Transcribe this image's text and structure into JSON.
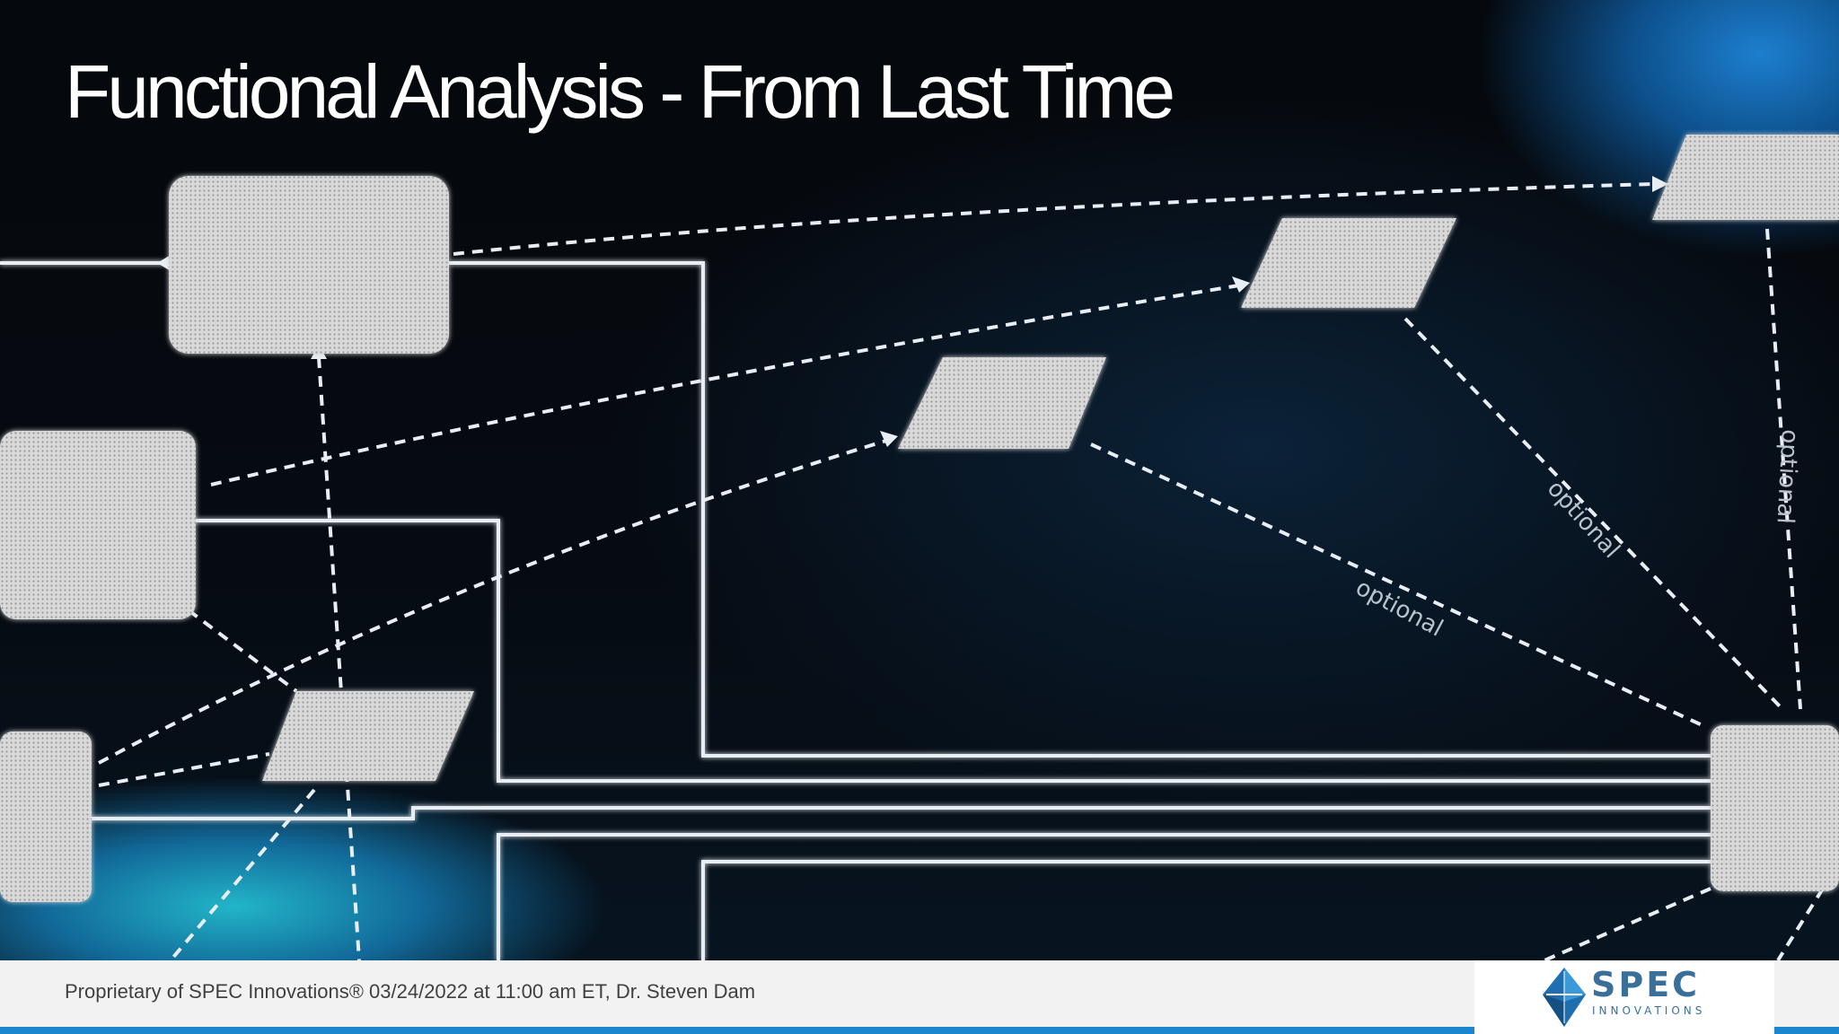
{
  "slide": {
    "title": "Functional Analysis - From Last Time",
    "background_labels": [
      "optional",
      "optional",
      "optional"
    ]
  },
  "footer": {
    "text": "Proprietary of SPEC Innovations® 03/24/2022 at 11:00 am ET, Dr. Steven Dam",
    "accent_color": "#1a86d0"
  },
  "logo": {
    "name": "SPEC",
    "sub": "INNOVATIONS",
    "icon": "spec-diamond-logo-icon"
  }
}
